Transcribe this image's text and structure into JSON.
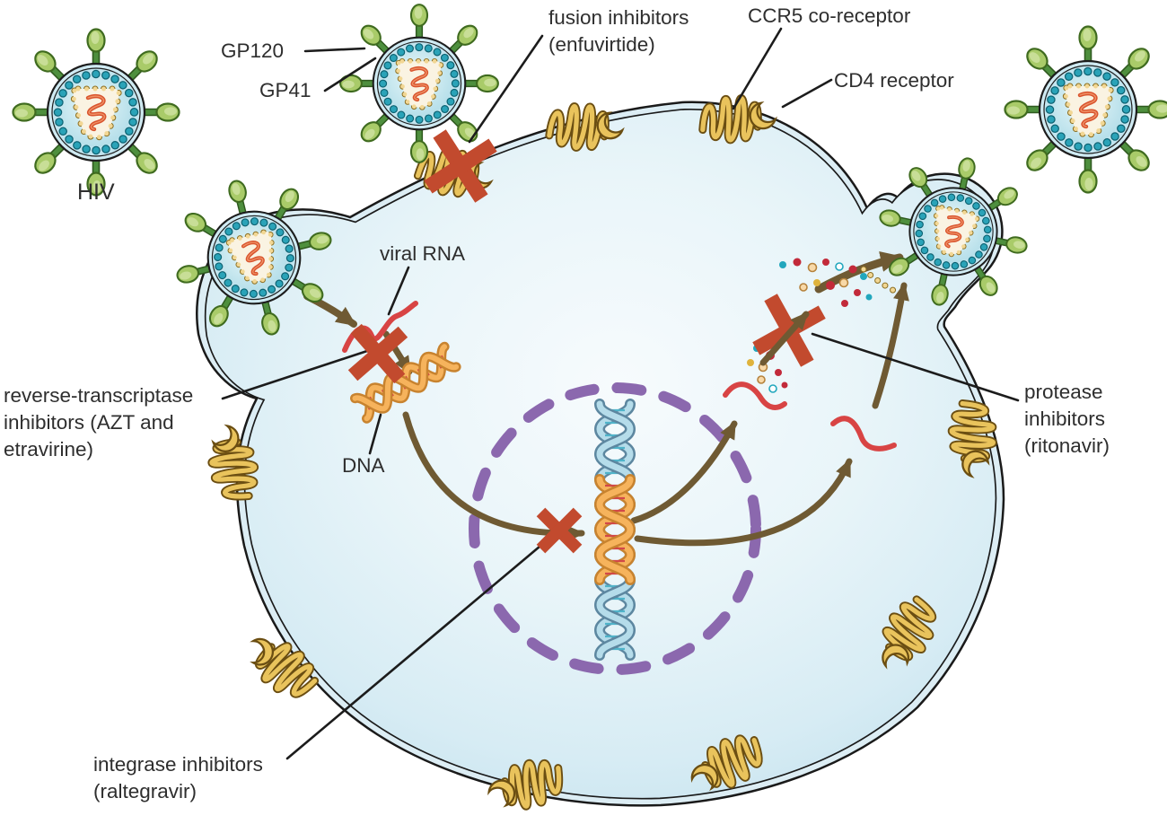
{
  "figure": {
    "title": "HIV life cycle with antiretroviral drug targets (as depicted)",
    "labels": {
      "hiv": "HIV",
      "gp120": "GP120",
      "gp41": "GP41",
      "fusion_inhibitors": "fusion inhibitors\n(enfuvirtide)",
      "ccr5": "CCR5 co-receptor",
      "cd4": "CD4 receptor",
      "viral_rna": "viral RNA",
      "rt_inhibitors": "reverse-transcriptase\ninhibitors (AZT and\netravirine)",
      "dna": "DNA",
      "integrase_inhibitors": "integrase inhibitors\n(raltegravir)",
      "protease_inhibitors": "protease\ninhibitors\n(ritonavir)"
    },
    "colors": {
      "inhibitor_x": "#c24a2e",
      "arrow_brown": "#6f5a33",
      "nucleus_dash_purple": "#8b68ae",
      "membrane_lumen": "#dcedf4",
      "cytoplasm_blue": "#d7ecf4",
      "receptor_gold": "#e9c35c",
      "virus_membrane_teal": "#2aa3b8",
      "spike_green": "#a9cb69",
      "rna_red": "#d84444",
      "dna_orange": "#f6b35c",
      "dna_blue": "#b5dcea",
      "capsid_bead_yellow": "#f2d794",
      "label_text": "#2e2e2e"
    }
  }
}
